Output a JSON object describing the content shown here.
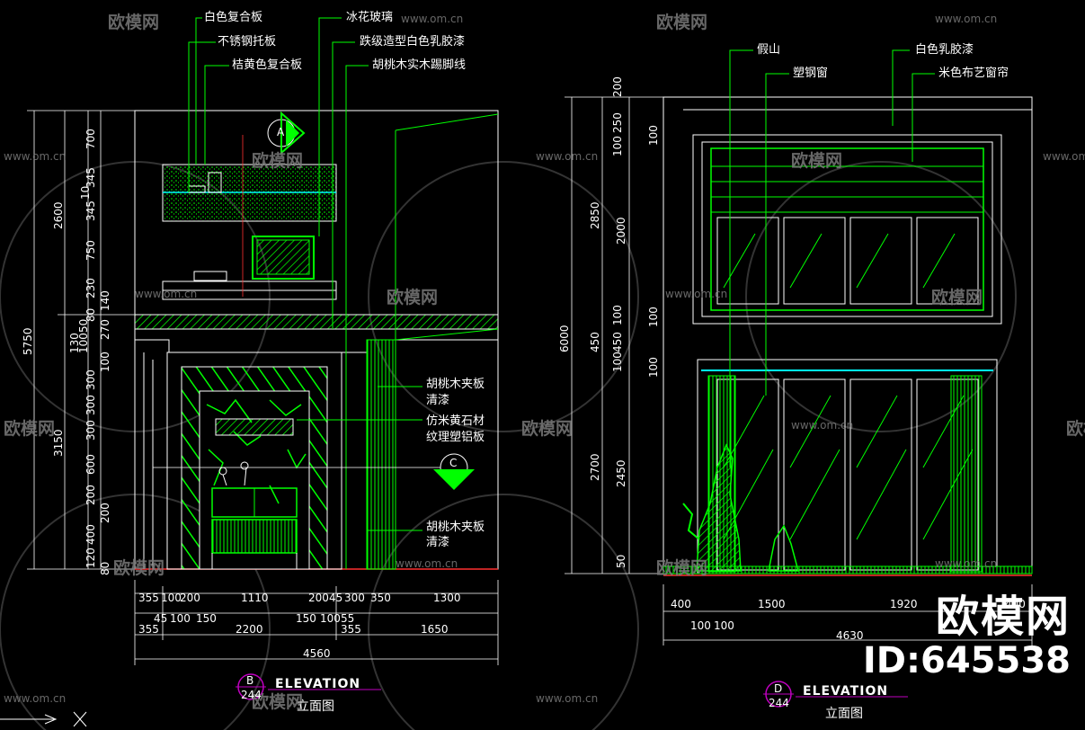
{
  "watermarks": {
    "brand_small": "欧模网",
    "url": "www.om.cn"
  },
  "brand": {
    "name": "欧模网",
    "id": "ID:645538"
  },
  "left_elevation": {
    "labels_top": [
      "白色复合板",
      "不锈钢托板",
      "桔黄色复合板",
      "冰花玻璃",
      "跌级造型白色乳胶漆",
      "胡桃木实木踢脚线"
    ],
    "labels_side": [
      "胡桃木夹板",
      "清漆",
      "仿米黄石材",
      "纹理塑铝板",
      "胡桃木夹板",
      "清漆"
    ],
    "section_mark": "A",
    "section_mark_c": "C",
    "dims_left_outer": [
      "5750",
      "2600",
      "3150"
    ],
    "dims_left_mid": [
      "130",
      "100",
      "50"
    ],
    "dims_left_inner": [
      "700",
      "345",
      "10",
      "345",
      "750",
      "230",
      "80",
      "140",
      "270",
      "100",
      "300",
      "300",
      "300",
      "600",
      "200",
      "200",
      "400",
      "120",
      "80"
    ],
    "dims_bottom_row1": [
      "355",
      "100",
      "200",
      "1110",
      "200",
      "45",
      "300",
      "350",
      "1300"
    ],
    "dims_bottom_row2": [
      "45",
      "100",
      "150",
      "150",
      "100",
      "55"
    ],
    "dims_bottom_row3": [
      "355",
      "2200",
      "355",
      "1650"
    ],
    "dims_bottom_total": "4560",
    "title_en": "ELEVATION",
    "title_cn": "立面图",
    "title_letter": "B",
    "title_sheet": "244"
  },
  "right_elevation": {
    "labels_top": [
      "假山",
      "塑钢窗",
      "白色乳胶漆",
      "米色布艺窗帘"
    ],
    "dims_left_outer": [
      "6000"
    ],
    "dims_left_mid": [
      "200",
      "2850",
      "450",
      "2700"
    ],
    "dims_left_inner": [
      "250",
      "100",
      "100",
      "2000",
      "100",
      "100",
      "450",
      "100",
      "100",
      "2450",
      "50"
    ],
    "dims_bottom_row1": [
      "400",
      "1500",
      "1920",
      "400"
    ],
    "dims_bottom_row2": [
      "100",
      "100"
    ],
    "dims_bottom_total": "4630",
    "title_en": "ELEVATION",
    "title_cn": "立面图",
    "title_letter": "D",
    "title_sheet": "244"
  },
  "colors": {
    "background": "#000000",
    "line_green": "#00ff00",
    "line_cyan": "#00ffff",
    "line_white": "#ffffff",
    "line_red": "#ff3030",
    "accent_magenta": "#c000c0"
  }
}
